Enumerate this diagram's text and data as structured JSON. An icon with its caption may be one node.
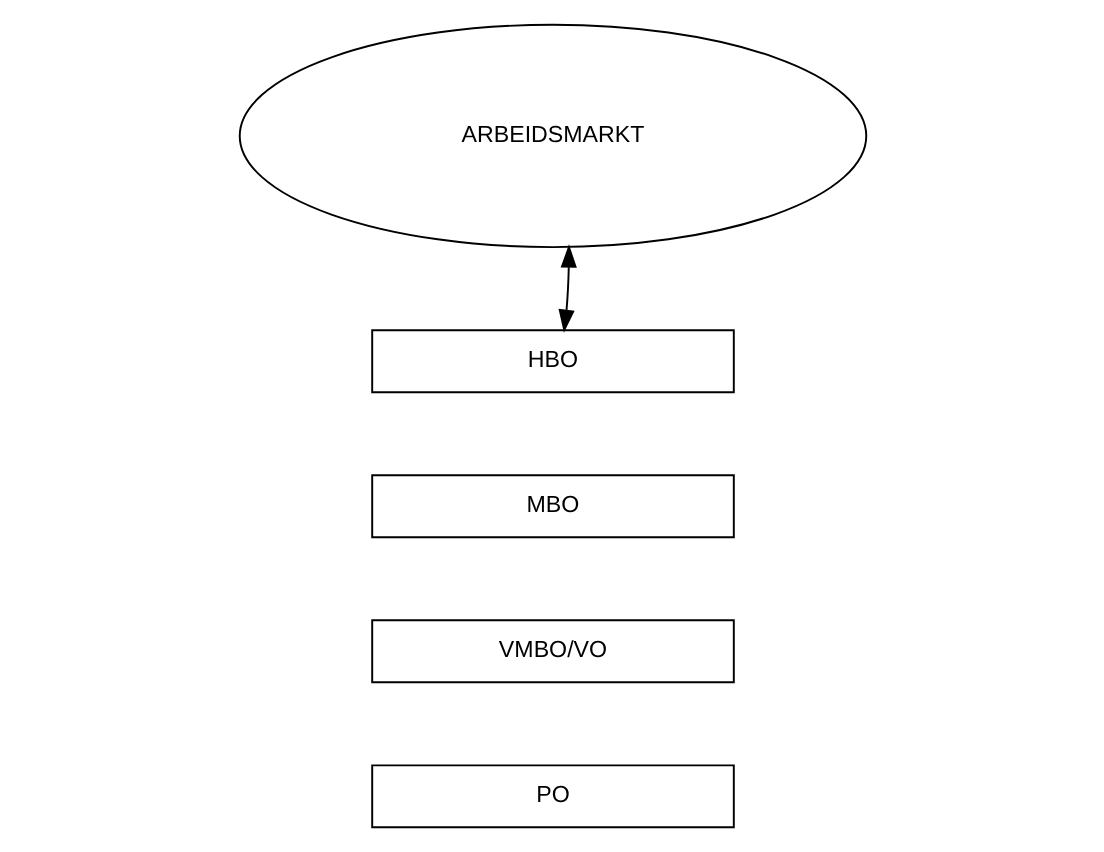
{
  "diagram": {
    "nodes": [
      {
        "text": [
          "ARBEIDSMARKT"
        ]
      },
      {
        "text": [
          "HBO"
        ]
      },
      {
        "text": [
          "MBO"
        ]
      },
      {
        "text": [
          "VMBO/VO"
        ]
      },
      {
        "text": [
          "PO"
        ]
      }
    ],
    "edges": [
      {
        "from": 1,
        "to": 0,
        "arrow": "both"
      }
    ]
  }
}
